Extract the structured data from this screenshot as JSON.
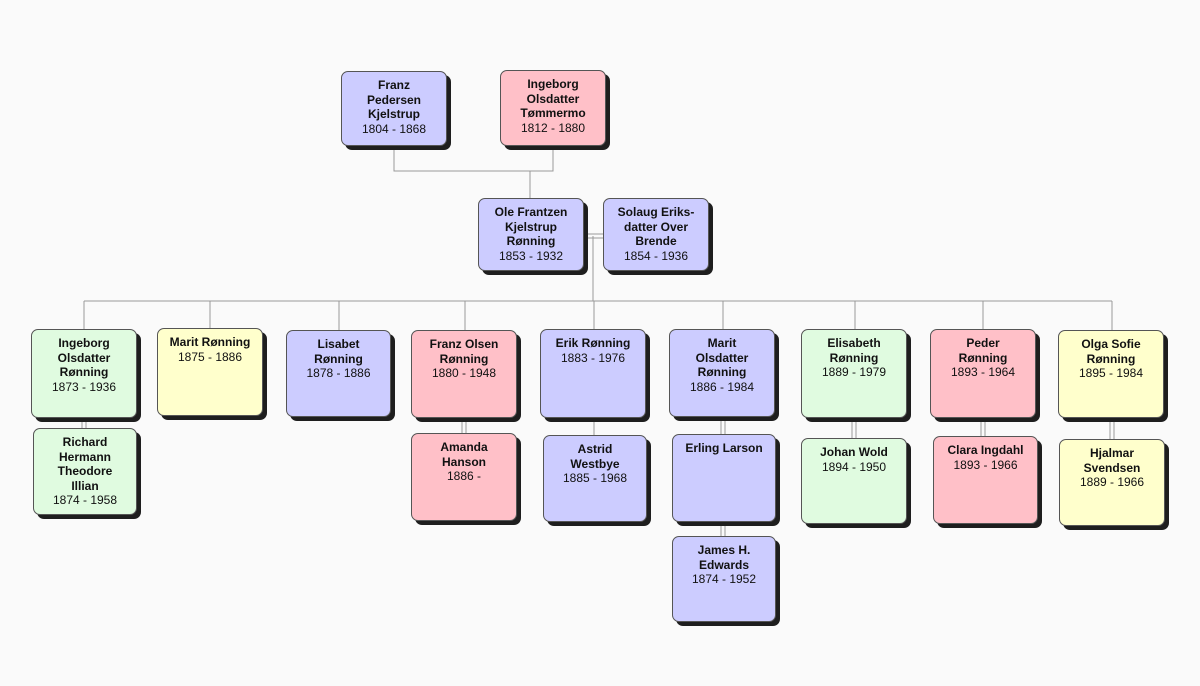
{
  "colors": {
    "blue": "#ccccff",
    "red": "#ffc0c8",
    "green": "#e0fbe0",
    "yellow": "#ffffcc",
    "line": "#999999",
    "shadow": "#1e1e1e"
  },
  "people": {
    "franz_pedersen": {
      "name": "Franz\nPedersen\nKjelstrup",
      "dates": "1804 - 1868"
    },
    "ingeborg_tommermo": {
      "name": "Ingeborg\nOlsdatter\nTømmermo",
      "dates": "1812 - 1880"
    },
    "ole_frantzen": {
      "name": "Ole Frantzen\nKjelstrup\nRønning",
      "dates": "1853 - 1932"
    },
    "solaug": {
      "name": "Solaug Eriks-\ndatter Over\nBrende",
      "dates": "1854 - 1936"
    },
    "ingeborg_ronning": {
      "name": "Ingeborg\nOlsdatter\nRønning",
      "dates": "1873 - 1936"
    },
    "richard": {
      "name": "Richard\nHermann\nTheodore\nIllian",
      "dates": "1874 - 1958"
    },
    "marit_1875": {
      "name": "Marit Rønning",
      "dates": "1875 - 1886"
    },
    "lisabet": {
      "name": "Lisabet\nRønning",
      "dates": "1878 - 1886"
    },
    "franz_olsen": {
      "name": "Franz Olsen\nRønning",
      "dates": "1880 - 1948"
    },
    "amanda": {
      "name": "Amanda\nHanson",
      "dates": "1886 -"
    },
    "erik": {
      "name": "Erik Rønning",
      "dates": "1883 - 1976"
    },
    "astrid": {
      "name": "Astrid\nWestbye",
      "dates": "1885 - 1968"
    },
    "marit_olsdatter": {
      "name": "Marit\nOlsdatter\nRønning",
      "dates": "1886 - 1984"
    },
    "erling": {
      "name": "Erling Larson",
      "dates": ""
    },
    "james": {
      "name": "James H.\nEdwards",
      "dates": "1874 - 1952"
    },
    "elisabeth": {
      "name": "Elisabeth\nRønning",
      "dates": "1889 - 1979"
    },
    "johan": {
      "name": "Johan Wold",
      "dates": "1894 - 1950"
    },
    "peder": {
      "name": "Peder\nRønning",
      "dates": "1893 - 1964"
    },
    "clara": {
      "name": "Clara Ingdahl",
      "dates": "1893 - 1966"
    },
    "olga": {
      "name": "Olga Sofie\nRønning",
      "dates": "1895 - 1984"
    },
    "hjalmar": {
      "name": "Hjalmar\nSvendsen",
      "dates": "1889 - 1966"
    }
  }
}
